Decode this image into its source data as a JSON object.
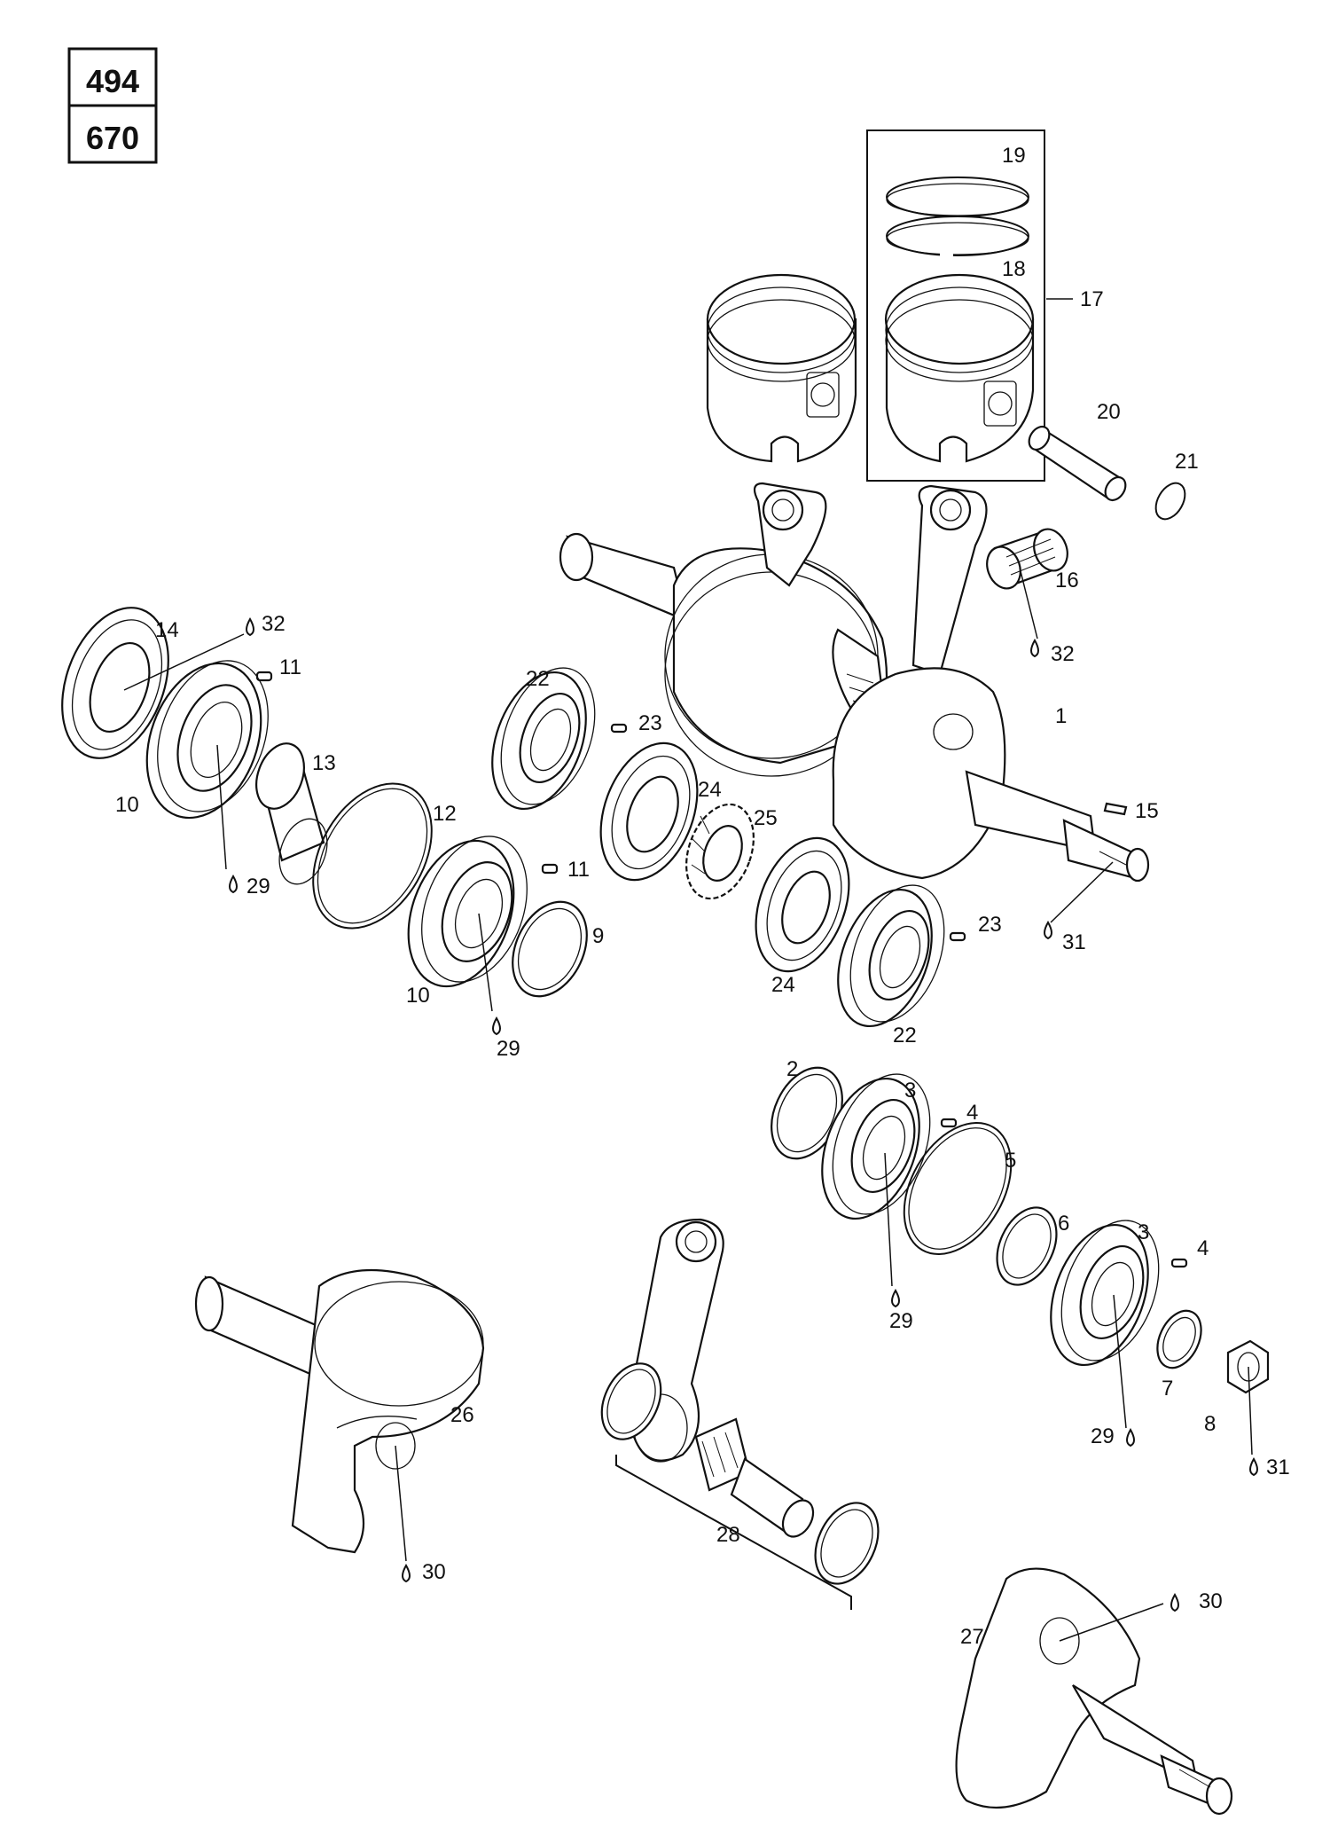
{
  "diagram": {
    "index_numbers": [
      "494",
      "670"
    ],
    "callouts": [
      "1",
      "2",
      "3",
      "4",
      "5",
      "6",
      "7",
      "8",
      "9",
      "10",
      "11",
      "12",
      "13",
      "14",
      "15",
      "16",
      "17",
      "18",
      "19",
      "20",
      "21",
      "22",
      "23",
      "24",
      "25",
      "26",
      "27",
      "28",
      "29",
      "30",
      "31",
      "32"
    ],
    "lube_markers": [
      "29",
      "30",
      "31",
      "32"
    ],
    "icons": {
      "lube": "oil-drop-icon"
    }
  }
}
